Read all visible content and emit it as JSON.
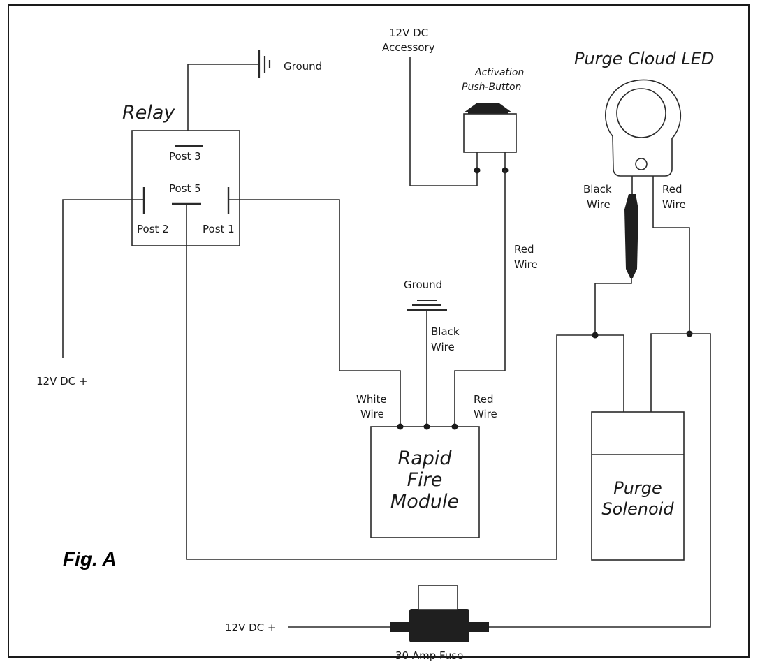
{
  "labels": {
    "ground_top": "Ground",
    "relay_title": "Relay",
    "post3": "Post 3",
    "post5": "Post 5",
    "post2": "Post 2",
    "post1": "Post 1",
    "accessory_l1": "12V DC",
    "accessory_l2": "Accessory",
    "activation_l1": "Activation",
    "activation_l2": "Push-Button",
    "led_title": "Purge Cloud LED",
    "black_wire_l1": "Black",
    "black_wire_l2": "Wire",
    "red_wire_led_l1": "Red",
    "red_wire_led_l2": "Wire",
    "red_wire_mid_l1": "Red",
    "red_wire_mid_l2": "Wire",
    "ground_mid": "Ground",
    "black_wire_mod_l1": "Black",
    "black_wire_mod_l2": "Wire",
    "white_wire_l1": "White",
    "white_wire_l2": "Wire",
    "red_wire_mod_l1": "Red",
    "red_wire_mod_l2": "Wire",
    "dc_left": "12V DC +",
    "module_l1": "Rapid",
    "module_l2": "Fire",
    "module_l3": "Module",
    "solenoid_l1": "Purge",
    "solenoid_l2": "Solenoid",
    "fig_label": "Fig. A",
    "dc_bottom": "12V DC +",
    "fuse_label": "30 Amp Fuse"
  }
}
